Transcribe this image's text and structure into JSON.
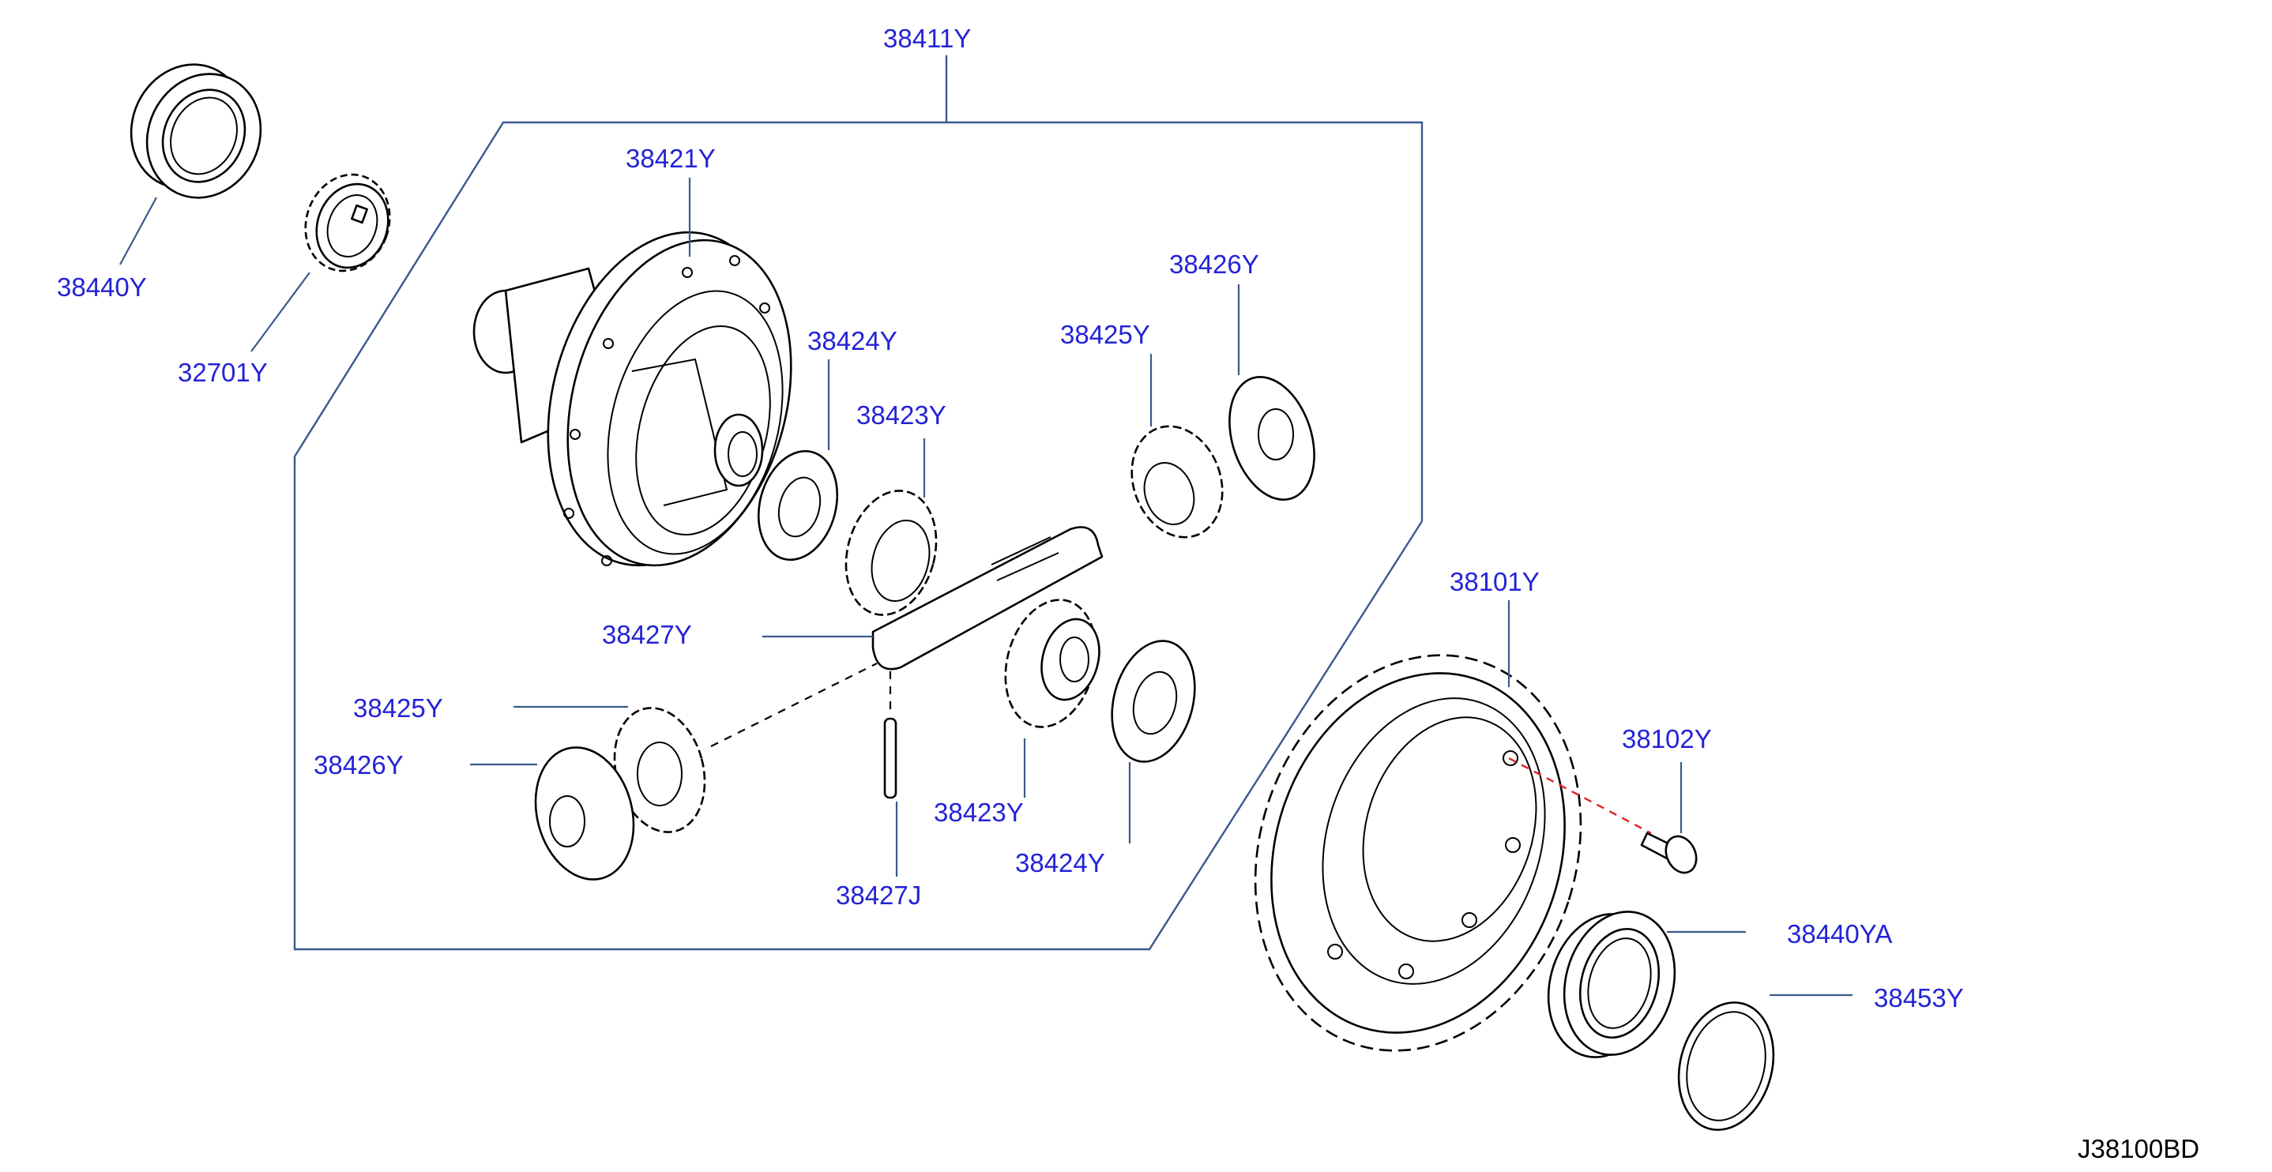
{
  "diagram": {
    "drawing_code": "J38100BD",
    "labels": {
      "l_38411Y": "38411Y",
      "l_38440Y": "38440Y",
      "l_32701Y": "32701Y",
      "l_38421Y": "38421Y",
      "l_38424Y_top": "38424Y",
      "l_38423Y_top": "38423Y",
      "l_38425Y_top": "38425Y",
      "l_38426Y_top": "38426Y",
      "l_38427Y": "38427Y",
      "l_38425Y_left": "38425Y",
      "l_38426Y_left": "38426Y",
      "l_38427J": "38427J",
      "l_38423Y_bot": "38423Y",
      "l_38424Y_bot": "38424Y",
      "l_38101Y": "38101Y",
      "l_38102Y": "38102Y",
      "l_38440YA": "38440YA",
      "l_38453Y": "38453Y"
    },
    "colors": {
      "label_text": "#2323d6",
      "leader_line": "#3a5a8c",
      "part_outline": "#000000",
      "hidden_line": "#dd2222"
    }
  }
}
